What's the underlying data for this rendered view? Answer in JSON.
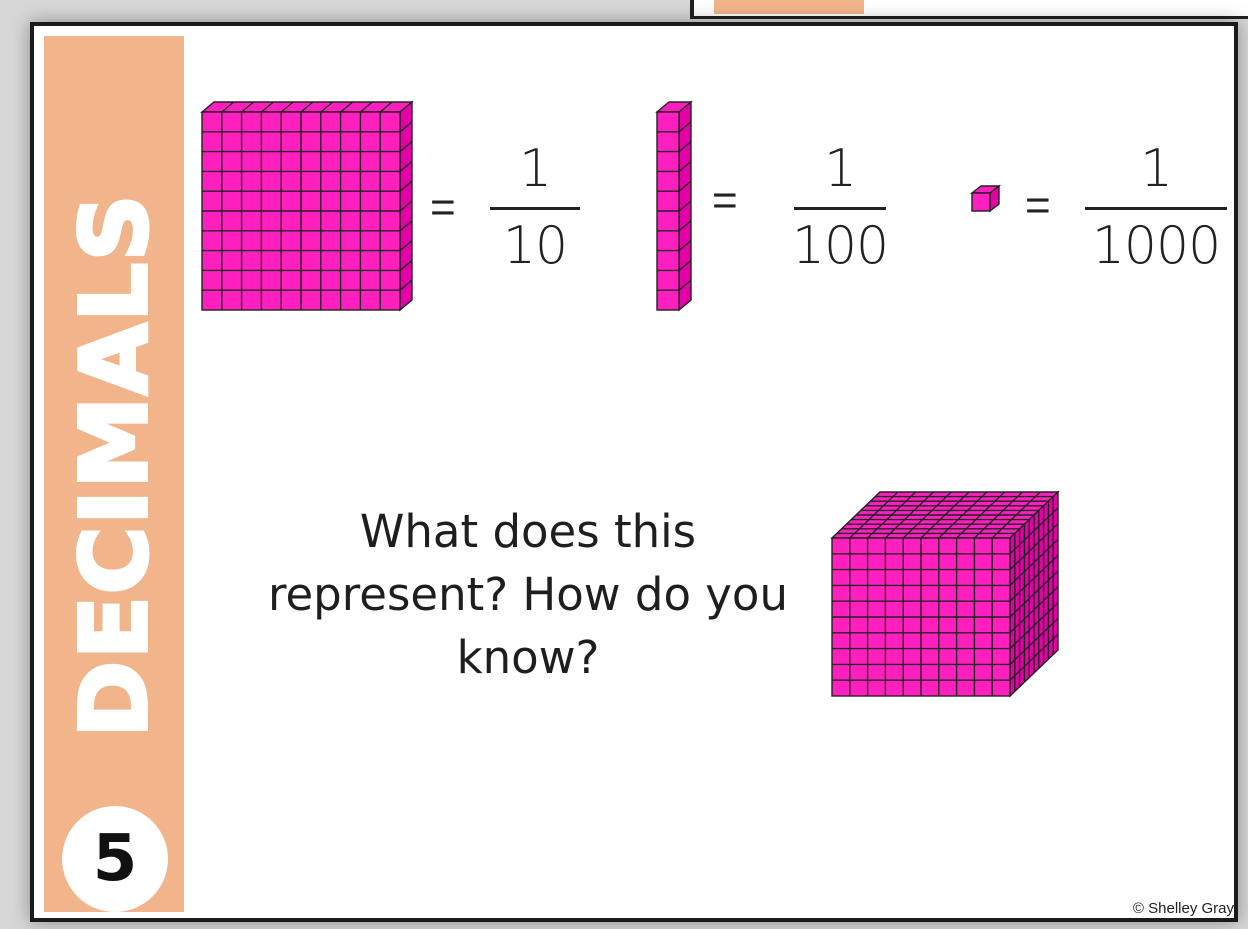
{
  "card": {
    "topic": "DECIMALS",
    "number": "5",
    "copyright": "© Shelley Gray"
  },
  "equations": [
    {
      "block": "flat",
      "equals": "=",
      "numerator": "1",
      "denominator": "10"
    },
    {
      "block": "rod",
      "equals": "=",
      "numerator": "1",
      "denominator": "100"
    },
    {
      "block": "unit",
      "equals": "=",
      "numerator": "1",
      "denominator": "1000"
    }
  ],
  "question": {
    "text": "What does this represent? How do you know?",
    "block": "cube"
  },
  "colors": {
    "block_fill": "#ff1fbf",
    "block_side": "#e400a6",
    "grid_line": "#222222",
    "side_band": "#f2b48a"
  }
}
